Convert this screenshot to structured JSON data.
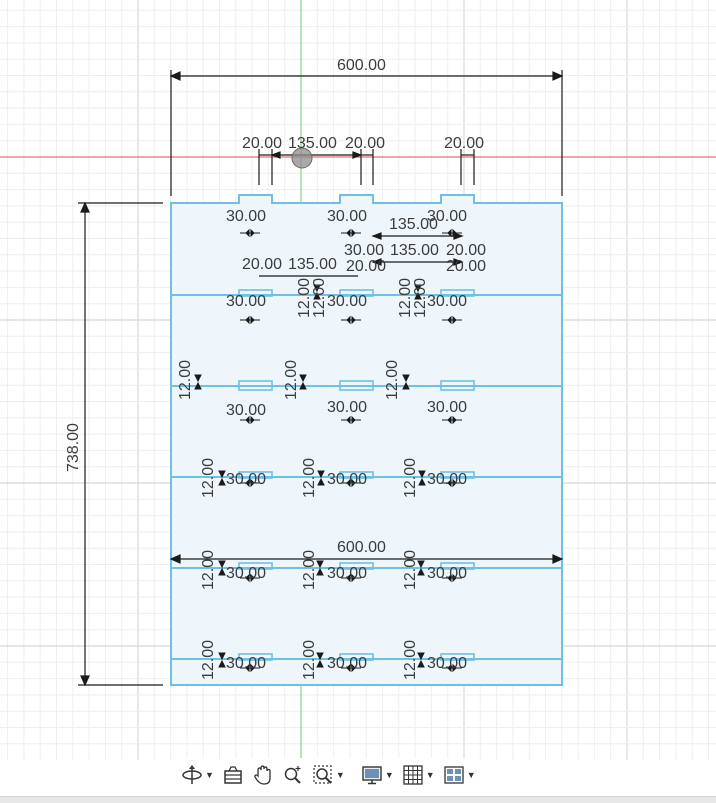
{
  "colors": {
    "grid_minor": "#eeeeee",
    "grid_major": "#d8d8d8",
    "axis_red": "#e8585d",
    "axis_green": "#6fd86f",
    "profile_fill": "#eef6fb",
    "profile_stroke": "#6ec0e4",
    "dimension": "#1a1a1a",
    "text": "#3c3c3c"
  },
  "dimensions": {
    "overall_width_top": "600.00",
    "overall_width_mid": "600.00",
    "overall_height": "738.00",
    "tab_width_a": "20.00",
    "tab_gap": "135.00",
    "tab_width_b": "20.00",
    "tab_width_c": "20.00",
    "notch_depth_1": "30.00",
    "notch_depth_2": "30.00",
    "notch_depth_3": "30.00",
    "gap_135_right": "135.00",
    "row2_left_a": "20.00",
    "row2_gap_a": "135.00",
    "row2_a_right": "20.00",
    "row2_mid_30": "30.00",
    "row2_gap_b": "135.00",
    "row2_b_right": "20.00",
    "row2_b_30": "20.00",
    "row3_30_a": "30.00",
    "row3_12_a": "12.00",
    "row3_12_b": "12.00",
    "row3_30_b": "30.00",
    "row3_12_c": "12.00",
    "row3_12_d": "12.00",
    "row3_30_c": "30.00",
    "row4_12_a": "12.00",
    "row4_12_b": "12.00",
    "row4_12_c": "12.00",
    "row4_30_a": "30.00",
    "row4_30_b": "30.00",
    "row4_30_c": "30.00",
    "row5_12_a": "12.00",
    "row5_12_b": "12.00",
    "row5_12_c": "12.00",
    "row5_30_a": "30.00",
    "row5_30_b": "30.00",
    "row5_30_c": "30.00",
    "row6_12_a": "12.00",
    "row6_12_b": "12.00",
    "row6_12_c": "12.00",
    "row6_30_a": "30.00",
    "row6_30_b": "30.00",
    "row6_30_c": "30.00",
    "row7_12_a": "12.00",
    "row7_12_b": "12.00",
    "row7_12_c": "12.00",
    "row7_30_a": "30.00",
    "row7_30_b": "30.00",
    "row7_30_c": "30.00"
  },
  "toolbar": {
    "items": [
      {
        "icon": "orbit-icon",
        "has_dropdown": true
      },
      {
        "icon": "look-at-icon",
        "has_dropdown": false
      },
      {
        "icon": "pan-hand-icon",
        "has_dropdown": false
      },
      {
        "icon": "zoom-icon",
        "has_dropdown": false
      },
      {
        "icon": "zoom-window-icon",
        "has_dropdown": true
      },
      {
        "icon": "display-settings-icon",
        "has_dropdown": true
      },
      {
        "icon": "grid-settings-icon",
        "has_dropdown": true
      },
      {
        "icon": "viewports-icon",
        "has_dropdown": true
      }
    ]
  }
}
